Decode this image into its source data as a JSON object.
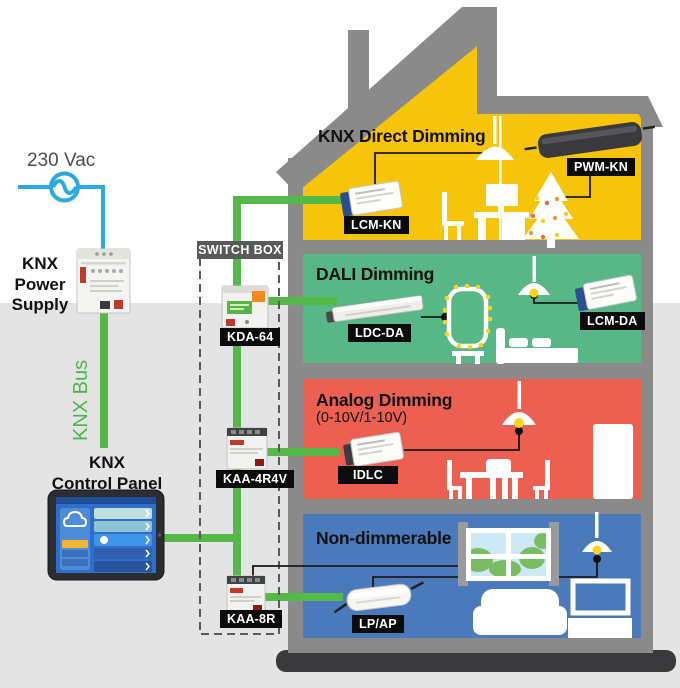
{
  "colors": {
    "background_top": "#FFFFFF",
    "background_bottom": "#E4E4E4",
    "house_gray": "#8A8A8A",
    "house_base_dark": "#3A3A3C",
    "bus_green": "#54B948",
    "ac_blue": "#29ABE2"
  },
  "power_section": {
    "voltage": "230 Vac",
    "supply_label": "KNX\nPower\nSupply",
    "bus_label": "KNX Bus",
    "panel_label": "KNX\nControl Panel"
  },
  "switch_box": {
    "title": "SWITCH BOX",
    "device_labels": [
      "KDA-64",
      "KAA-4R4V",
      "KAA-8R"
    ]
  },
  "floors": [
    {
      "title": "KNX Direct Dimming",
      "color": "#F6C408",
      "device_labels": [
        "LCM-KN",
        "PWM-KN"
      ]
    },
    {
      "title": "DALI Dimming",
      "color": "#57B787",
      "device_labels": [
        "LDC-DA",
        "LCM-DA"
      ]
    },
    {
      "title": "Analog Dimming",
      "subtitle": "(0-10V/1-10V)",
      "color": "#EB6050",
      "device_labels": [
        "IDLC"
      ]
    },
    {
      "title": "Non-dimmerable",
      "color": "#4A79BC",
      "device_labels": [
        "LP/AP"
      ]
    }
  ]
}
